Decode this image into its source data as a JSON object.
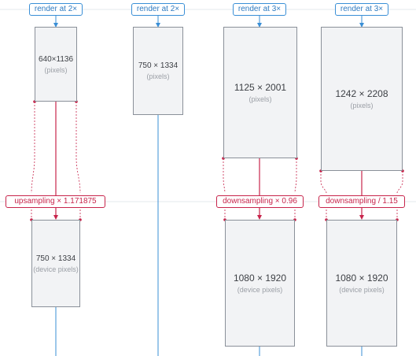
{
  "columns": [
    {
      "render_label": "render at 2×",
      "rendered": {
        "size": "640×1136",
        "unit": "(pixels)"
      },
      "scaling_label": "upsampling × 1.171875",
      "device": {
        "size": "750 × 1334",
        "unit": "(device pixels)"
      }
    },
    {
      "render_label": "render at 2×",
      "rendered": {
        "size": "750 × 1334",
        "unit": "(pixels)"
      }
    },
    {
      "render_label": "render at 3×",
      "rendered": {
        "size": "1125 × 2001",
        "unit": "(pixels)"
      },
      "scaling_label": "downsampling × 0.96",
      "device": {
        "size": "1080 × 1920",
        "unit": "(device pixels)"
      }
    },
    {
      "render_label": "render at 3×",
      "rendered": {
        "size": "1242 × 2208",
        "unit": "(pixels)"
      },
      "scaling_label": "downsampling / 1.15",
      "device": {
        "size": "1080 × 1920",
        "unit": "(device pixels)"
      }
    }
  ],
  "colors": {
    "render": "#3a8fd6",
    "scaling": "#c7244b",
    "box_fill": "#f2f3f5",
    "box_border": "#8a9099",
    "guide": "#e3e8ee"
  }
}
